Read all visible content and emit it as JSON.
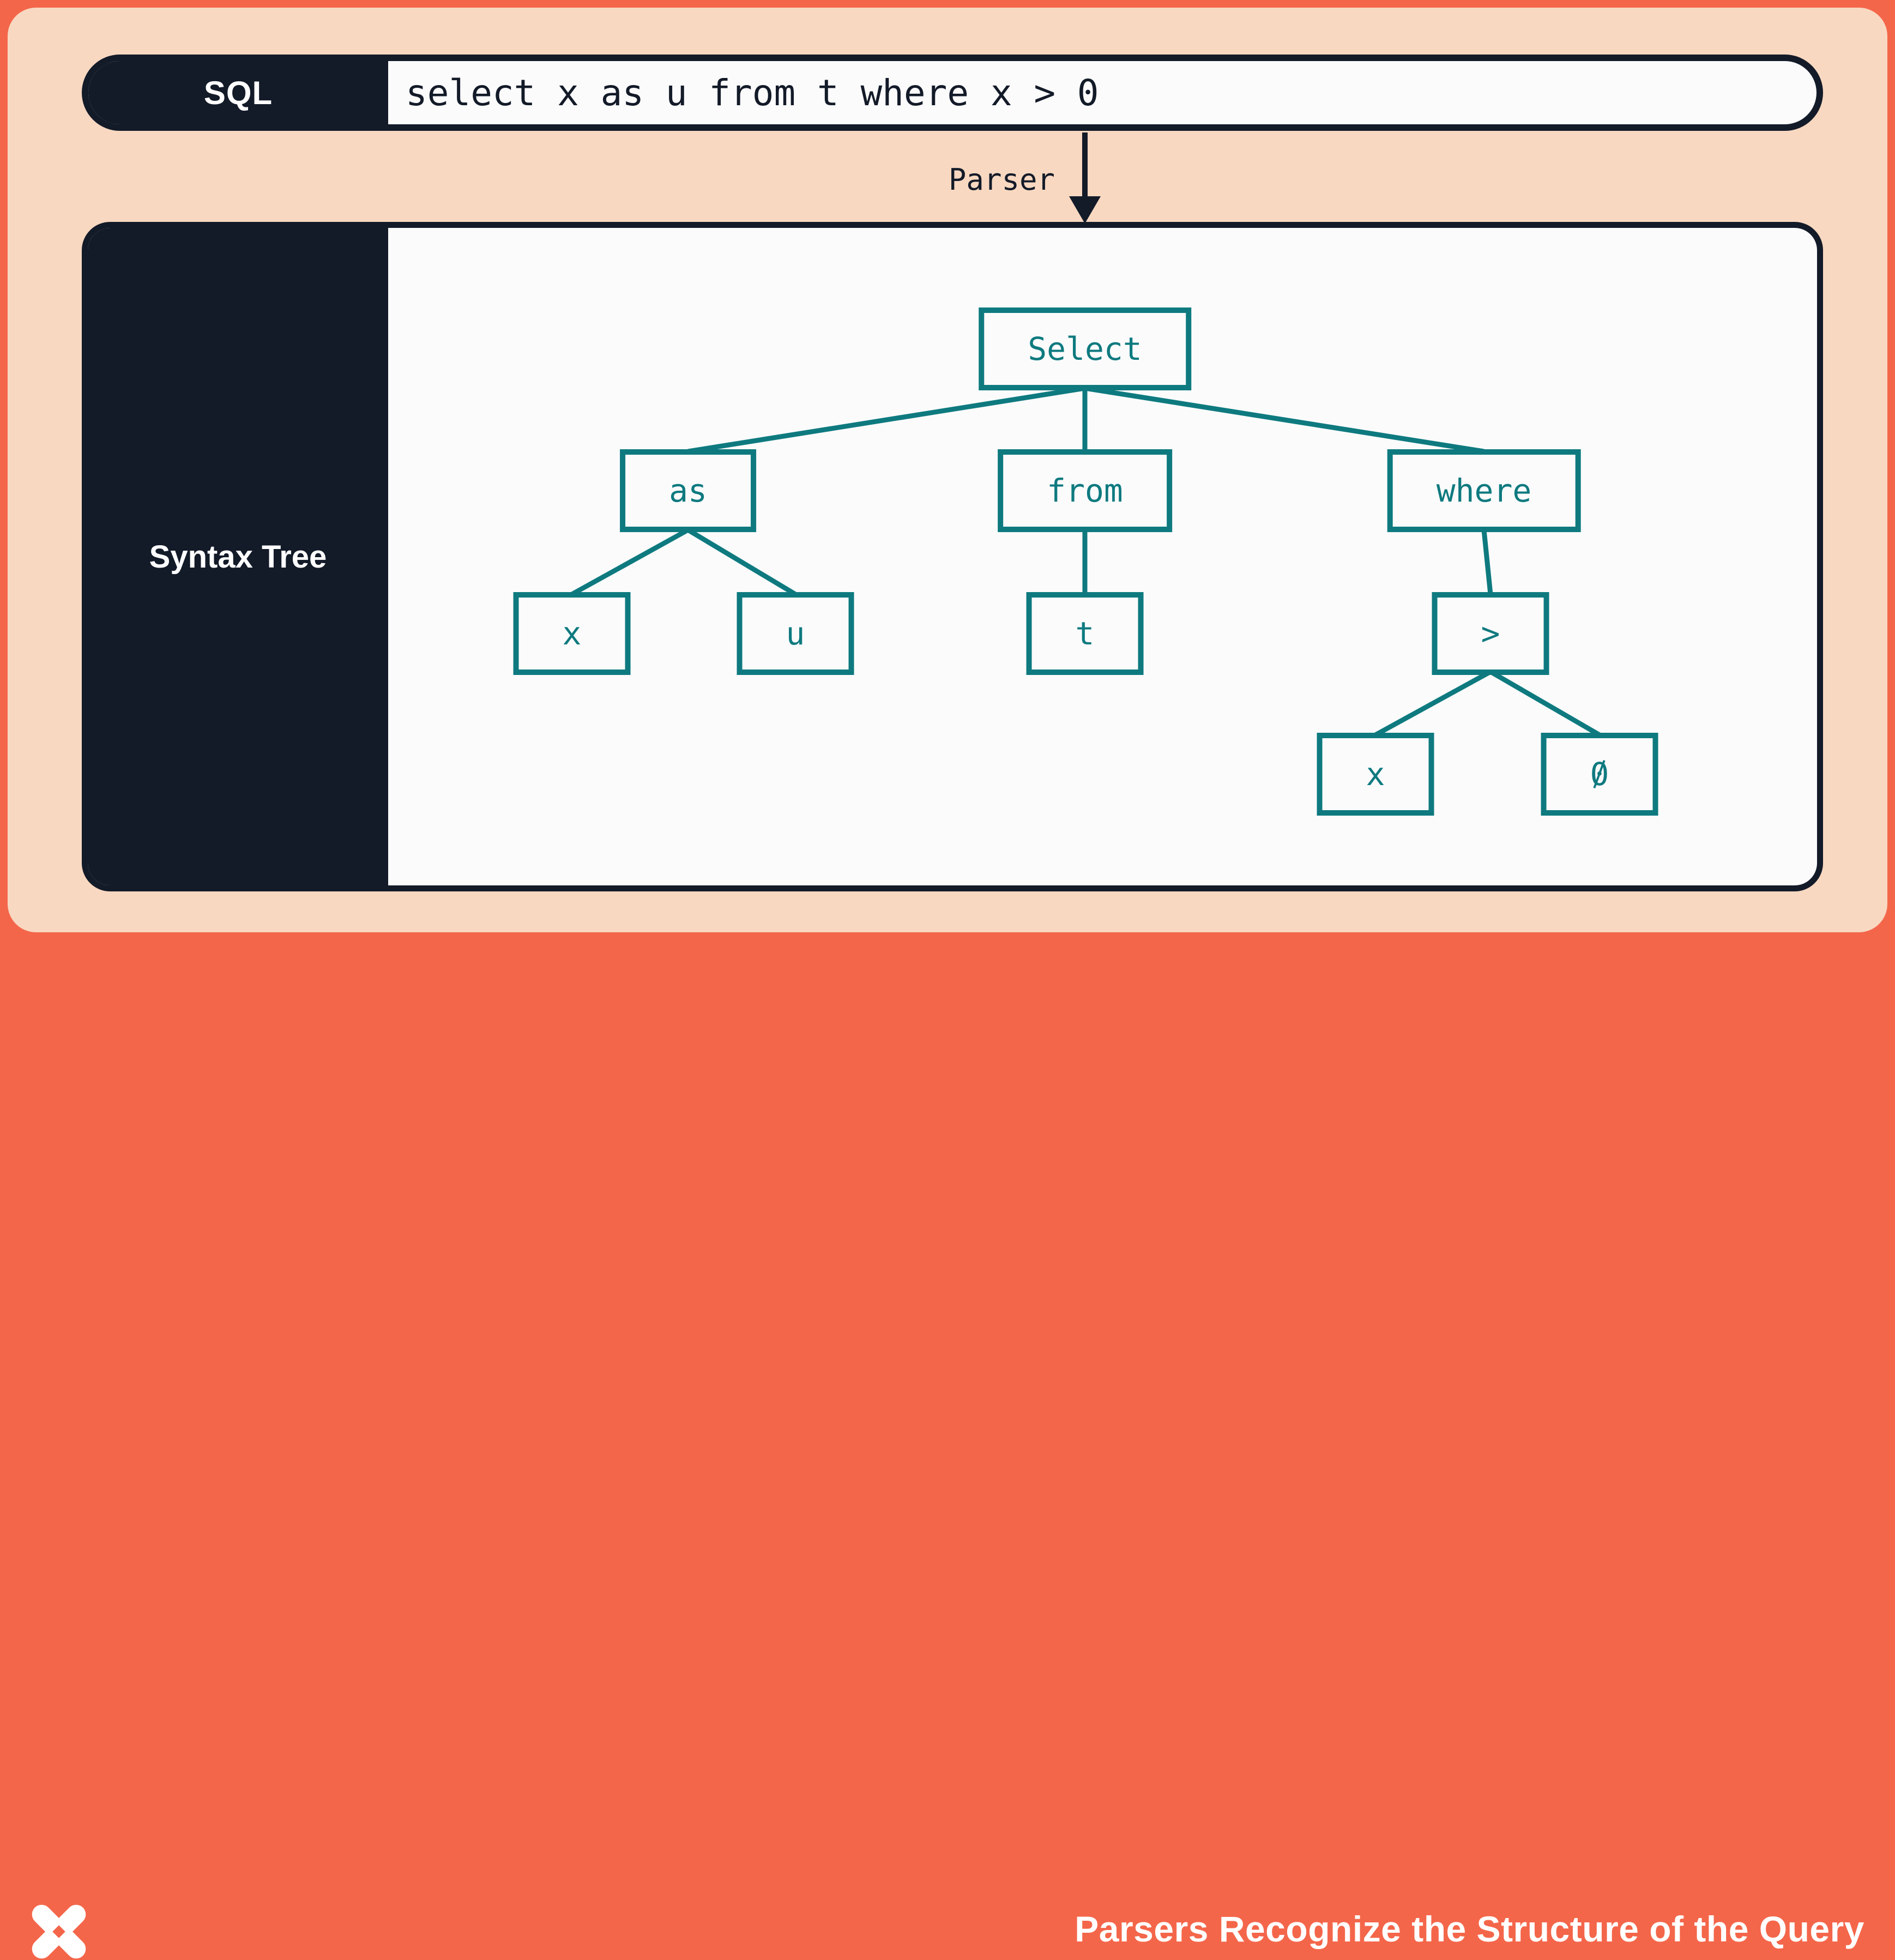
{
  "sql_bar": {
    "label": "SQL",
    "query": "select x as u from t where x > 0"
  },
  "parser_arrow": {
    "label": "Parser"
  },
  "syntax_tree_panel": {
    "label": "Syntax Tree"
  },
  "syntax_tree": {
    "label": "Select",
    "children": [
      {
        "label": "as",
        "children": [
          {
            "label": "x"
          },
          {
            "label": "u"
          }
        ]
      },
      {
        "label": "from",
        "children": [
          {
            "label": "t"
          }
        ]
      },
      {
        "label": "where",
        "children": [
          {
            "label": ">",
            "children": [
              {
                "label": "x"
              },
              {
                "label": "0"
              }
            ]
          }
        ]
      }
    ]
  },
  "footer": {
    "title": "Parsers Recognize the Structure of the Query",
    "logo": "dolt-x-logo"
  },
  "colors": {
    "coral": "#F4664A",
    "peach": "#F8D8C1",
    "navy": "#131A28",
    "teal": "#0E7A7F",
    "paper": "#FBFBFC"
  }
}
